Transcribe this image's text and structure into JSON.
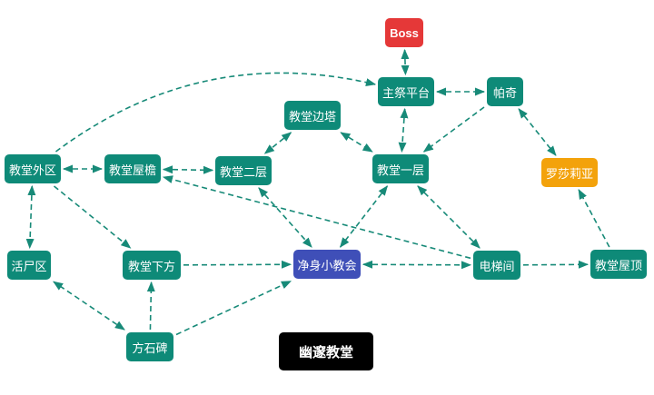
{
  "colors": {
    "edge": "#178a78",
    "node": "#0e8a78",
    "boss": "#e53838",
    "highlight": "#f3a20b",
    "current": "#3f4fb8",
    "caption_bg": "#000000"
  },
  "nodes": {
    "boss": "Boss",
    "altar": "主祭平台",
    "pachi": "帕奇",
    "rosaria": "罗莎莉亚",
    "church_edge": "教堂边塔",
    "outer": "教堂外区",
    "eaves": "教堂屋檐",
    "floor2": "教堂二层",
    "floor1": "教堂一层",
    "corpse": "活尸区",
    "below": "教堂下方",
    "chapel": "净身小教会",
    "elevator": "电梯间",
    "roof": "教堂屋顶",
    "stele": "方石碑"
  },
  "edges": [
    {
      "from": "boss",
      "to": "altar",
      "arrows": "both"
    },
    {
      "from": "altar",
      "to": "pachi",
      "arrows": "both"
    },
    {
      "from": "altar",
      "to": "floor1",
      "arrows": "both"
    },
    {
      "from": "pachi",
      "to": "floor1",
      "arrows": "end"
    },
    {
      "from": "pachi",
      "to": "rosaria",
      "arrows": "both"
    },
    {
      "from": "outer",
      "to": "altar",
      "arrows": "end"
    },
    {
      "from": "church_edge",
      "to": "floor2",
      "arrows": "both"
    },
    {
      "from": "church_edge",
      "to": "floor1",
      "arrows": "both"
    },
    {
      "from": "outer",
      "to": "eaves",
      "arrows": "both"
    },
    {
      "from": "eaves",
      "to": "floor2",
      "arrows": "both"
    },
    {
      "from": "outer",
      "to": "corpse",
      "arrows": "both"
    },
    {
      "from": "outer",
      "to": "below",
      "arrows": "end"
    },
    {
      "from": "floor2",
      "to": "chapel",
      "arrows": "both"
    },
    {
      "from": "floor1",
      "to": "chapel",
      "arrows": "both"
    },
    {
      "from": "floor1",
      "to": "elevator",
      "arrows": "both"
    },
    {
      "from": "elevator",
      "to": "eaves",
      "arrows": "end"
    },
    {
      "from": "below",
      "to": "chapel",
      "arrows": "end"
    },
    {
      "from": "chapel",
      "to": "elevator",
      "arrows": "both"
    },
    {
      "from": "elevator",
      "to": "roof",
      "arrows": "end"
    },
    {
      "from": "roof",
      "to": "rosaria",
      "arrows": "end"
    },
    {
      "from": "stele",
      "to": "below",
      "arrows": "end"
    },
    {
      "from": "stele",
      "to": "chapel",
      "arrows": "end"
    },
    {
      "from": "stele",
      "to": "corpse",
      "arrows": "both"
    }
  ],
  "caption": "幽邃教堂"
}
